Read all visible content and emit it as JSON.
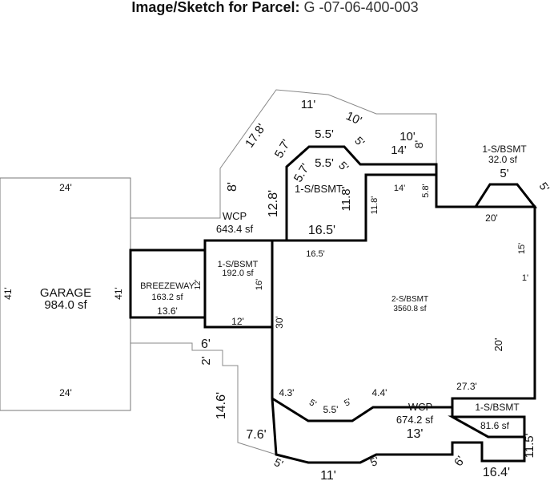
{
  "title": {
    "label": "Image/Sketch for Parcel:",
    "value": "G -07-06-400-003"
  },
  "areas": {
    "garage": {
      "name": "GARAGE",
      "area": "984.0 sf"
    },
    "breezeway": {
      "name": "BREEZEWAY",
      "area": "163.2 sf"
    },
    "wcp_top": {
      "name": "WCP",
      "area": "643.4 sf"
    },
    "sb_small": {
      "name": "1-S/BSMT",
      "area": "192.0 sf"
    },
    "sb_upper": {
      "name": "1-S/BSMT"
    },
    "sb_bay": {
      "name": "1-S/BSMT",
      "area": "32.0 sf"
    },
    "main": {
      "name": "2-S/BSMT",
      "area": "3560.8 sf"
    },
    "wcp_bot": {
      "name": "WCP",
      "area": "674.2 sf"
    },
    "sb_bottom": {
      "name": "1-S/BSMT",
      "area": "81.6 sf"
    }
  },
  "dims": {
    "g_top": "24'",
    "g_bottom": "24'",
    "g_left": "41'",
    "g_right": "41'",
    "bz_bottom": "13.6'",
    "bz_right": "12'",
    "sb_bottom": "12'",
    "sb_right": "16'",
    "top_11": "11'",
    "top_10": "10'",
    "top_178": "17.8'",
    "top_55a": "5.5'",
    "top_5a": "5'",
    "top_10b": "10'",
    "top_8a": "8'",
    "top_57a": "5.7'",
    "top_14a": "14'",
    "top_8b": "8'",
    "top_128": "12.8'",
    "top_57b": "5.7'",
    "top_55b": "5.5'",
    "top_5b": "5'",
    "top_118a": "11.8'",
    "top_118b": "11.8'",
    "top_14b": "14'",
    "top_58": "5.8'",
    "top_165a": "16.5'",
    "main_165": "16.5'",
    "bay_5": "5'",
    "bay_5s": "5'",
    "bay_20": "20'",
    "main_15": "15'",
    "main_1": "1'",
    "main_20": "20'",
    "main_30": "30'",
    "main_273": "27.3'",
    "main_43": "4.3'",
    "main_5a": "5'",
    "main_55": "5.5'",
    "main_5b": "5'",
    "main_44": "4.4'",
    "left_6": "6'",
    "left_2": "2'",
    "left_146": "14.6'",
    "left_76": "7.6'",
    "bot_13": "13'",
    "bot_5a": "5'",
    "bot_11": "11'",
    "bot_5b": "5'",
    "bot_6": "6'",
    "bot_164": "16.4'",
    "bot_115": "11.5'"
  }
}
